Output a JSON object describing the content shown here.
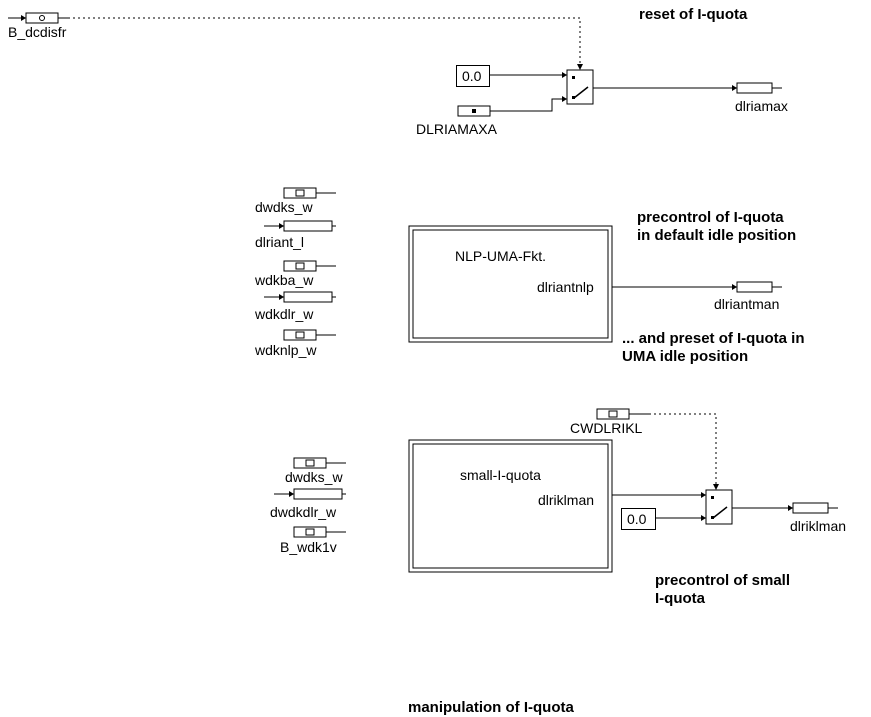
{
  "inputs": {
    "b_dcdisfr": "B_dcdisfr",
    "dlriamaxa": "DLRIAMAXA",
    "dwdks_w_1": "dwdks_w",
    "dlriant_l": "dlriant_l",
    "wdkba_w": "wdkba_w",
    "wdkdlr_w": "wdkdlr_w",
    "wdknlp_w": "wdknlp_w",
    "cwdlrikl": "CWDLRIKL",
    "dwdks_w_2": "dwdks_w",
    "dwdkdlr_w": "dwdkdlr_w",
    "b_wdk1v": "B_wdk1v"
  },
  "constants": {
    "const_top": "0.0",
    "const_bottom": "0.0"
  },
  "outputs": {
    "dlriamax": "dlriamax",
    "dlriantman": "dlriantman",
    "dlriklman": "dlriklman"
  },
  "blocks": {
    "nlp_title": "NLP-UMA-Fkt.",
    "nlp_port": "dlriantnlp",
    "small_title": "small-I-quota",
    "small_port": "dlriklman"
  },
  "annotations": {
    "reset": "reset of I-quota",
    "precontrol_default": "precontrol of I-quota\nin default idle position",
    "preset_uma": "... and preset of I-quota in\nUMA idle position",
    "precontrol_small": "precontrol of small\nI-quota",
    "manipulation": "manipulation of I-quota"
  }
}
